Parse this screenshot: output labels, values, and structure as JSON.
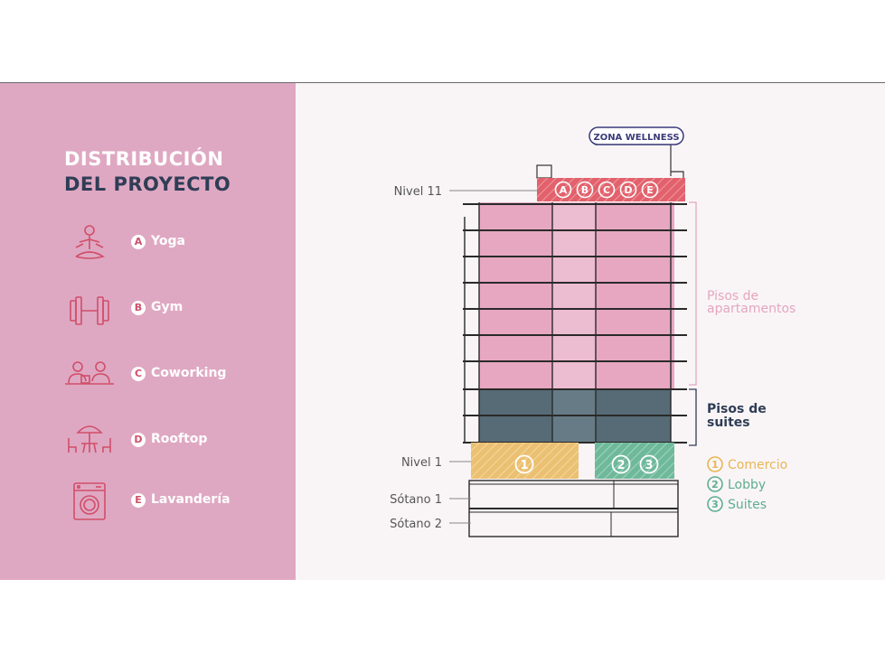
{
  "title": {
    "line1": "DISTRIBUCIÓN",
    "line2": "DEL PROYECTO"
  },
  "amenities": [
    {
      "letter": "A",
      "label": "Yoga",
      "icon": "yoga-icon"
    },
    {
      "letter": "B",
      "label": "Gym",
      "icon": "dumbbell-icon"
    },
    {
      "letter": "C",
      "label": "Coworking",
      "icon": "coworking-icon"
    },
    {
      "letter": "D",
      "label": "Rooftop",
      "icon": "rooftop-icon"
    },
    {
      "letter": "E",
      "label": "Lavandería",
      "icon": "washing-machine-icon"
    }
  ],
  "diagram": {
    "wellness_label": "ZONA WELLNESS",
    "wellness_letters": [
      "A",
      "B",
      "C",
      "D",
      "E"
    ],
    "levels": {
      "nivel11": "Nivel 11",
      "nivel1": "Nivel 1",
      "sotano1": "Sótano 1",
      "sotano2": "Sótano 2"
    },
    "apartments_label": [
      "Pisos de",
      "apartamentos"
    ],
    "suites_label": [
      "Pisos de",
      "suites"
    ],
    "ground_zones": [
      "1",
      "2",
      "3"
    ],
    "legend": [
      {
        "num": "1",
        "label": "Comercio",
        "color": "#e8b653"
      },
      {
        "num": "2",
        "label": "Lobby",
        "color": "#5fae90"
      },
      {
        "num": "3",
        "label": "Suites",
        "color": "#5fae90"
      }
    ]
  },
  "colors": {
    "pink": "#dfa8c2",
    "navy": "#2f3d56",
    "wellness_red": "#e2616c",
    "apt_pink": "#e7a7c1",
    "suite_gray": "#566b76",
    "comercio": "#e8b653",
    "lobby": "#5fae90"
  }
}
